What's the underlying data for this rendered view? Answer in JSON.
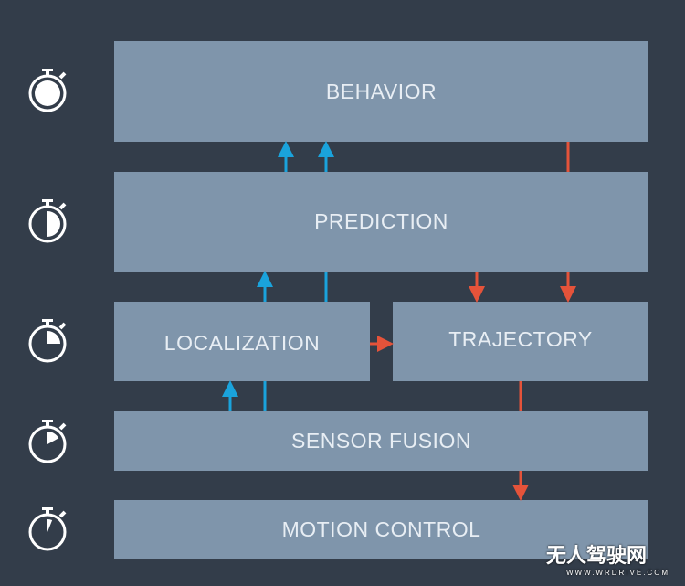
{
  "layers": {
    "behavior": "BEHAVIOR",
    "prediction": "PREDICTION",
    "localization": "LOCALIZATION",
    "trajectory": "TRAJECTORY",
    "sensor_fusion": "SENSOR FUSION",
    "motion_control": "MOTION CONTROL"
  },
  "timers": [
    {
      "layer": "behavior",
      "fraction": 1.0
    },
    {
      "layer": "prediction",
      "fraction": 0.5
    },
    {
      "layer": "localization",
      "fraction": 0.25
    },
    {
      "layer": "sensor_fusion",
      "fraction": 0.17
    },
    {
      "layer": "motion_control",
      "fraction": 0.06
    }
  ],
  "colors": {
    "background": "#333d4a",
    "box": "#7f95ab",
    "up_arrow": "#1aa3dc",
    "down_arrow": "#e5533a"
  },
  "watermark": {
    "text": "无人驾驶网",
    "url": "WWW.WRDRIVE.COM"
  }
}
